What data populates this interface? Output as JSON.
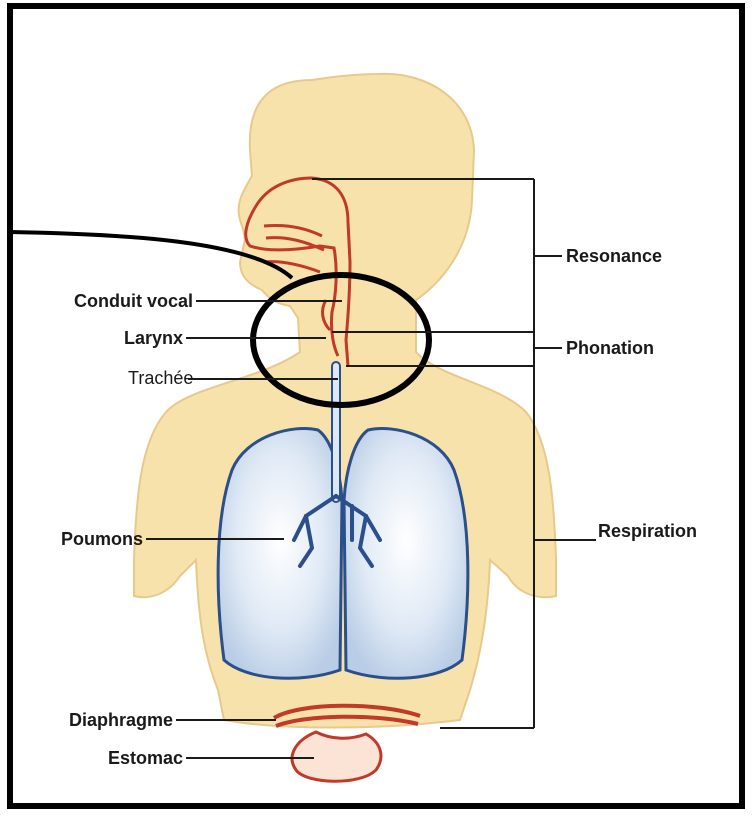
{
  "diagram": {
    "labels": {
      "conduit_vocal": "Conduit vocal",
      "larynx": "Larynx",
      "trachee": "Trachée",
      "poumons": "Poumons",
      "diaphragme": "Diaphragme",
      "estomac": "Estomac",
      "resonance": "Resonance",
      "phonation": "Phonation",
      "respiration": "Respiration"
    },
    "colors": {
      "skin": "#f8e2ac",
      "skin_outline": "#e8c98a",
      "lung_fill": "#dde8f4",
      "lung_outline": "#2a4f8a",
      "airway_red": "#c0392b",
      "frame": "#000000",
      "circle": "#000000"
    }
  }
}
